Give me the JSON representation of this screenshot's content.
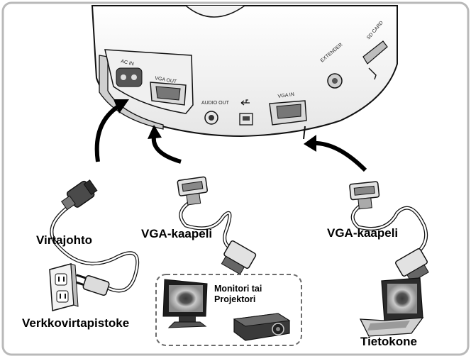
{
  "ports": {
    "ac_in": "AC IN",
    "vga_out": "VGA OUT",
    "audio_out": "AUDIO OUT",
    "vga_in": "VGA IN",
    "extender": "EXTENDER",
    "sd_card": "SD CARD"
  },
  "labels": {
    "power_cord": "Virtajohto",
    "vga_cable_left": "VGA-kaapeli",
    "vga_cable_right": "VGA-kaapeli",
    "wall_socket": "Verkkovirtapistoke",
    "monitor_projector": "Monitori tai\nProjektori",
    "computer": "Tietokone"
  }
}
